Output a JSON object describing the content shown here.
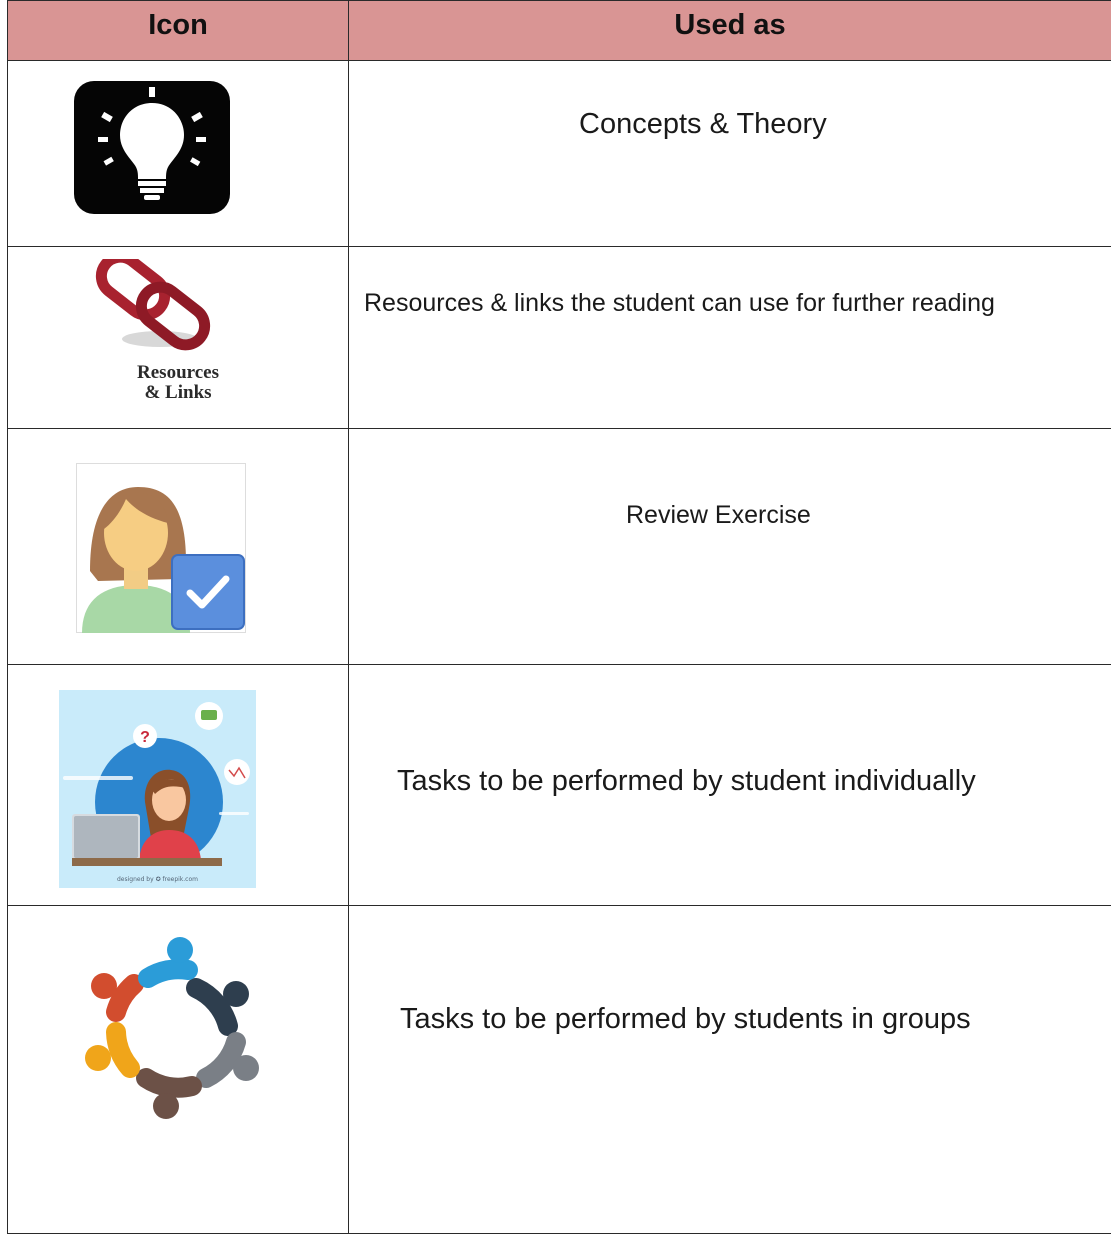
{
  "table": {
    "headers": {
      "icon": "Icon",
      "used_as": "Used as"
    },
    "rows": [
      {
        "icon": "lightbulb-icon",
        "used_as": "Concepts & Theory"
      },
      {
        "icon": "chain-link-icon",
        "icon_caption_1": "Resources",
        "icon_caption_2": "& Links",
        "used_as": "Resources & links the student can use for further reading"
      },
      {
        "icon": "user-check-icon",
        "used_as": "Review Exercise"
      },
      {
        "icon": "student-at-laptop-illustration",
        "icon_credit": "designed by ✪ freepik.com",
        "used_as": "Tasks to be performed by student individually"
      },
      {
        "icon": "group-circle-icon",
        "used_as": "Tasks to be performed by students in groups"
      }
    ]
  },
  "colors": {
    "header_bg": "#d99594",
    "border": "#2a2a2a",
    "link_red": "#a8222f",
    "checkbox_blue": "#5b8fdd",
    "illustration_bg": "#c9ebfa"
  }
}
